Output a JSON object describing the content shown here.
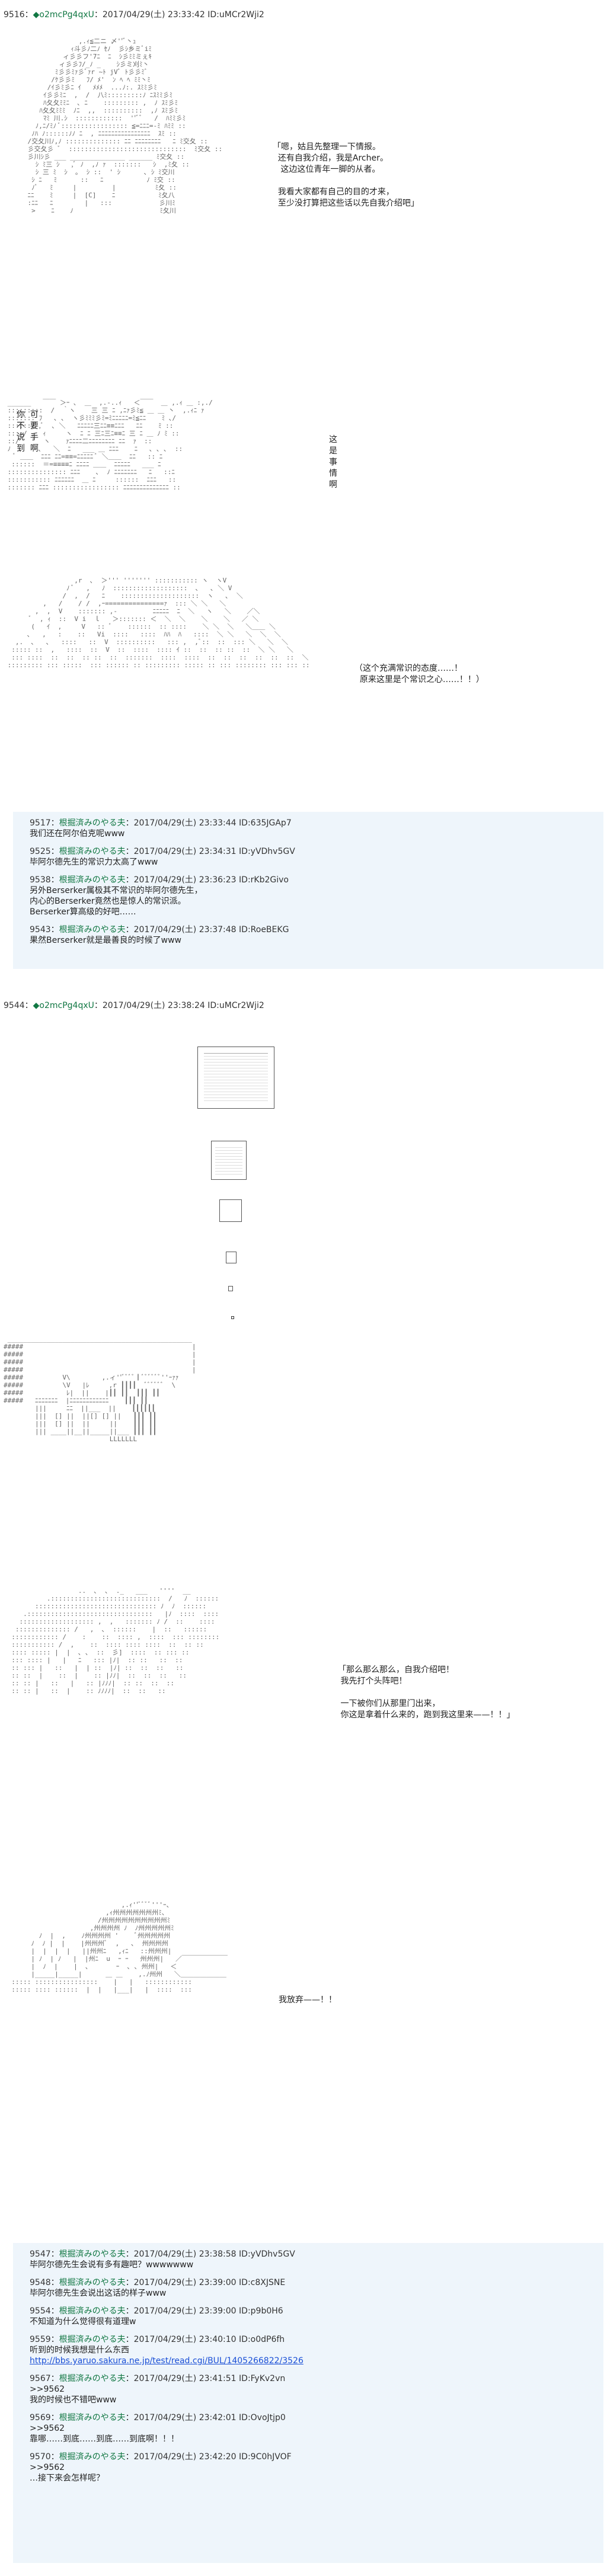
{
  "post1": {
    "num": "9516：",
    "name": "◆o2mcPg4qxU",
    "date": "：2017/04/29(土) 23:33:42 ID:uMCr2Wji2"
  },
  "speech1": {
    "a": "「嗯，姑且先整理一下情报。",
    "b": "还有自我介绍，我是Archer。",
    "c": "这边这位青年一脚的从者。",
    "d": "我看大家都有自己的目的才来，",
    "e": "至少没打算把这些话以先自我介绍吧」"
  },
  "speech2": {
    "left": [
      "你",
      "可",
      "不",
      "要",
      "说",
      "手",
      "到",
      "啊"
    ],
    "right": [
      "这",
      "是",
      "事",
      "情",
      "啊"
    ]
  },
  "speech3": {
    "a": "（这个充满常识的态度……！",
    "b": "原来这里是个常识之心……！！）"
  },
  "responses1": [
    {
      "h": "9517：",
      "nm": "根掘済みのやる夫",
      "d": "：2017/04/29(土) 23:33:44 ID:635JGAp7",
      "b": "我们还在阿尔伯克呢www"
    },
    {
      "h": "9525：",
      "nm": "根掘済みのやる夫",
      "d": "：2017/04/29(土) 23:34:31 ID:yVDhv5GV",
      "b": "毕阿尔德先生的常识力太高了www"
    },
    {
      "h": "9538：",
      "nm": "根掘済みのやる夫",
      "d": "：2017/04/29(土) 23:36:23 ID:rKb2Givo",
      "b": "另外Berserker属极其不常识的毕阿尔德先生，\n内心的Berserker竟然也是惊人的常识派。\nBerserker算高级的好吧……"
    },
    {
      "h": "9543：",
      "nm": "根掘済みのやる夫",
      "d": "：2017/04/29(土) 23:37:48 ID:RoeBEKG",
      "b": "果然Berserker就是最善良的时候了www"
    }
  ],
  "post2": {
    "num": "9544：",
    "name": "◆o2mcPg4qxU",
    "date": "：2017/04/29(土) 23:38:24 ID:uMCr2Wji2"
  },
  "speech4": {
    "a": "「那么那么那么，自我介绍吧！",
    "b": "我先打个头阵吧！",
    "c": "一下被你们从那里门出来，",
    "d": "你这是拿着什么来的，跑到我这里来——！！」"
  },
  "speech5": {
    "a": "我放弃——！！"
  },
  "responses2": [
    {
      "h": "9547：",
      "nm": "根掘済みのやる夫",
      "d": "：2017/04/29(土) 23:38:58 ID:yVDhv5GV",
      "b": "毕阿尔德先生会说有多有趣吧？wwwwwww"
    },
    {
      "h": "9548：",
      "nm": "根掘済みのやる夫",
      "d": "：2017/04/29(土) 23:39:00 ID:c8XJSNE",
      "b": "毕阿尔德先生会说出这话的样子www"
    },
    {
      "h": "9554：",
      "nm": "根掘済みのやる夫",
      "d": "：2017/04/29(土) 23:39:00 ID:p9b0H6",
      "b": "不知道为什么觉得很有道理w"
    },
    {
      "h": "9559：",
      "nm": "根掘済みのやる夫",
      "d": "：2017/04/29(土) 23:40:10 ID:o0dP6fh",
      "b": "听到的时候我想是什么东西",
      "link": "http://bbs.yaruo.sakura.ne.jp/test/read.cgi/BUL/1405266822/3526"
    },
    {
      "h": "9567：",
      "nm": "根掘済みのやる夫",
      "d": "：2017/04/29(土) 23:41:51 ID:FyKv2vn",
      "b": ">>9562\n我的时候也不错吧www"
    },
    {
      "h": "9569：",
      "nm": "根掘済みのやる夫",
      "d": "：2017/04/29(土) 23:42:01 ID:OvoJtjp0",
      "b": ">>9562\n靠哪……到底……到底……到底啊！！！"
    },
    {
      "h": "9570：",
      "nm": "根掘済みのやる夫",
      "d": "：2017/04/29(土) 23:42:20 ID:9C0hJVOF",
      "b": ">>9562\n…接下来会怎样呢？"
    }
  ]
}
